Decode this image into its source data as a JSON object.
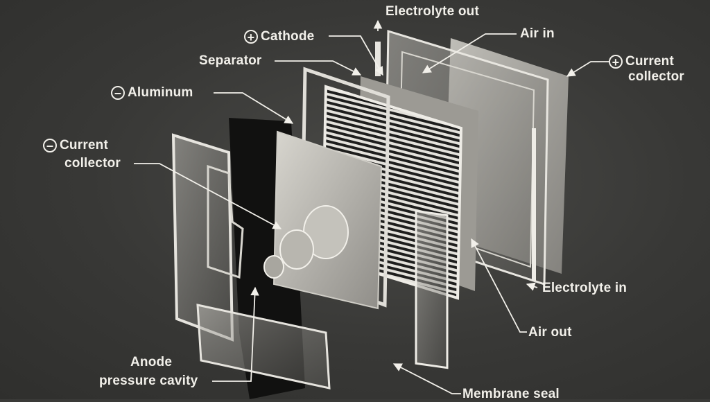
{
  "diagram": {
    "title": "Aluminum-air cell exploded view",
    "background_color": "#3a3a38",
    "label_color": "#f2f0ea",
    "labels": [
      {
        "id": "electrolyte_out",
        "text": "Electrolyte out",
        "sign": ""
      },
      {
        "id": "cathode",
        "text": "Cathode",
        "sign": "+"
      },
      {
        "id": "air_in",
        "text": "Air in",
        "sign": ""
      },
      {
        "id": "separator",
        "text": "Separator",
        "sign": ""
      },
      {
        "id": "pos_current_collector_l1",
        "text": "Current",
        "sign": "+"
      },
      {
        "id": "pos_current_collector_l2",
        "text": "collector",
        "sign": ""
      },
      {
        "id": "aluminum",
        "text": "Aluminum",
        "sign": "−"
      },
      {
        "id": "neg_current_collector_l1",
        "text": "Current",
        "sign": "−"
      },
      {
        "id": "neg_current_collector_l2",
        "text": "collector",
        "sign": ""
      },
      {
        "id": "electrolyte_in",
        "text": "Electrolyte in",
        "sign": ""
      },
      {
        "id": "air_out",
        "text": "Air out",
        "sign": ""
      },
      {
        "id": "anode_cavity_l1",
        "text": "Anode",
        "sign": ""
      },
      {
        "id": "anode_cavity_l2",
        "text": "pressure cavity",
        "sign": ""
      },
      {
        "id": "membrane_seal",
        "text": "Membrane seal",
        "sign": ""
      }
    ]
  }
}
